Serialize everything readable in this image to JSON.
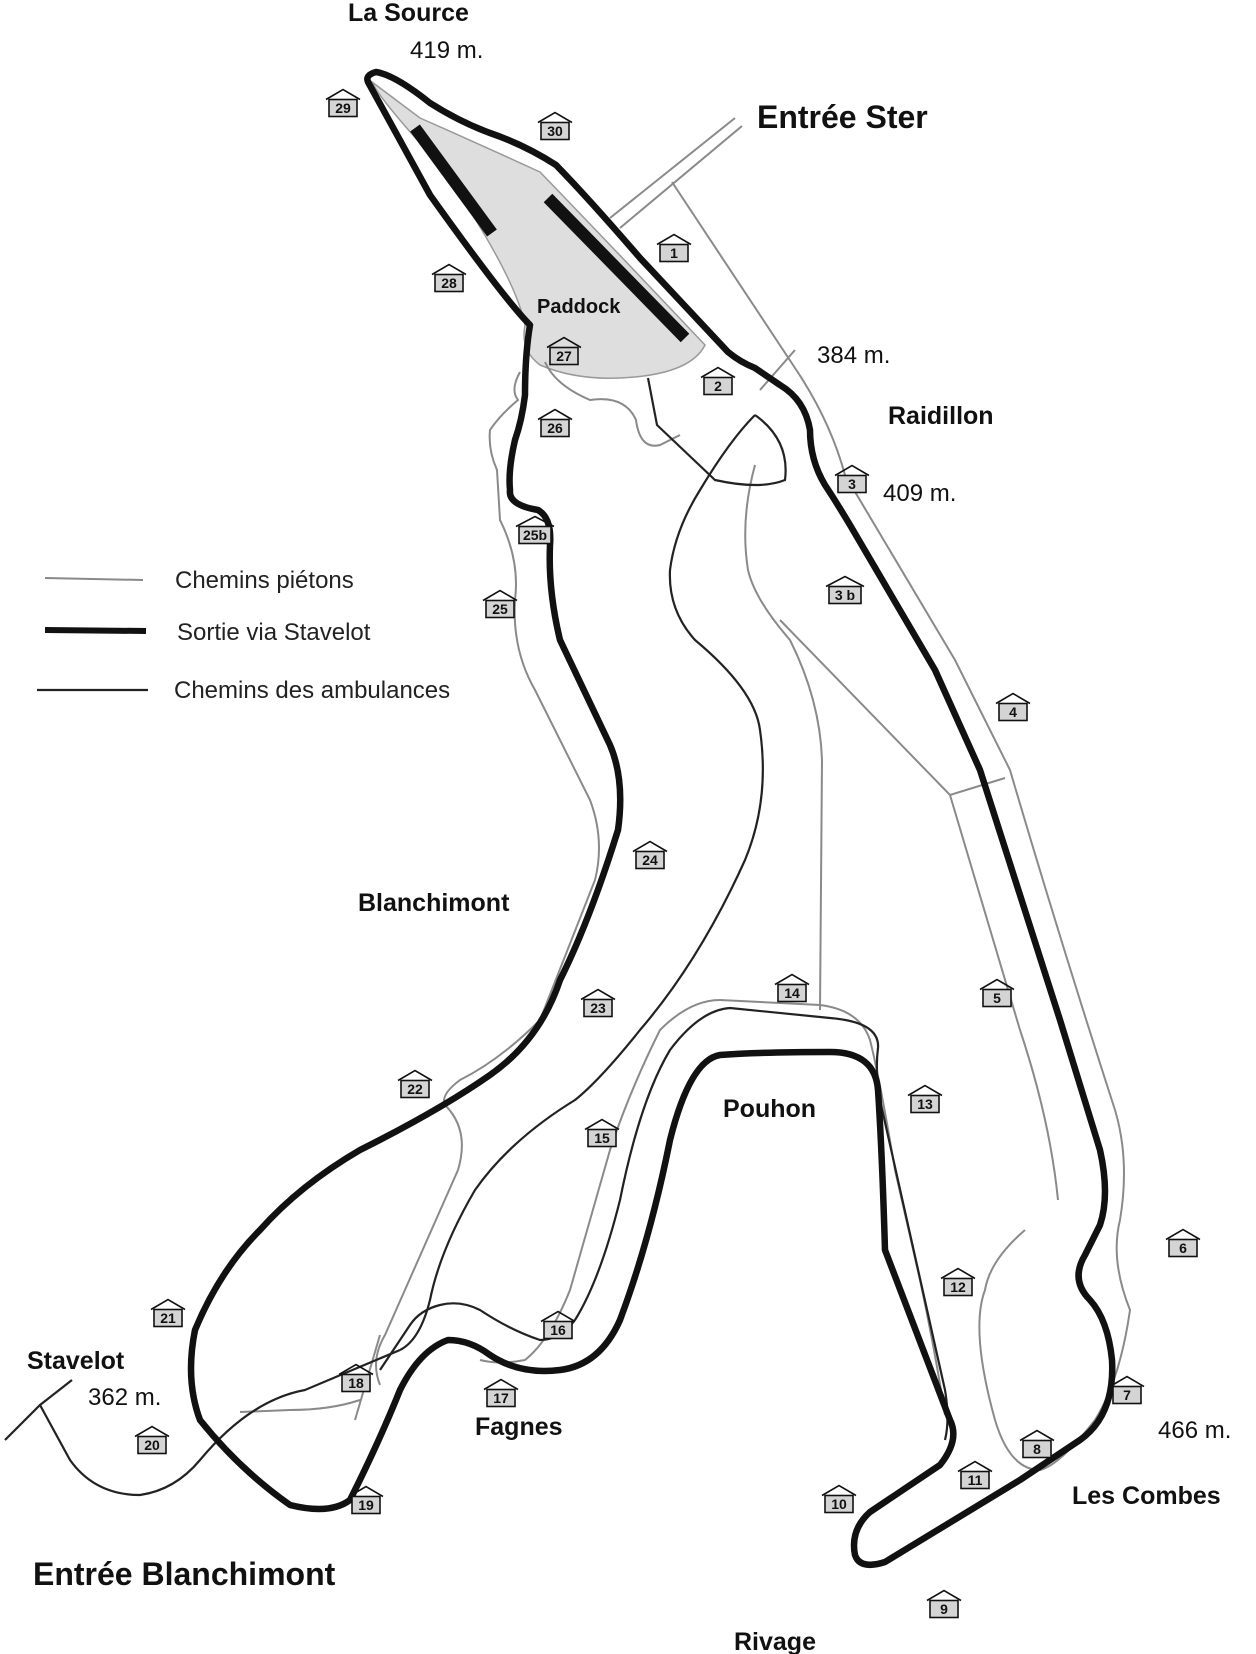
{
  "colors": {
    "track": "#111111",
    "pedestrian": "#8a8a8a",
    "ambulance": "#222222",
    "paddock_fill": "#dedede",
    "post_fill": "#d4d4d4"
  },
  "legend": {
    "pedestrian_label": "Chemins piétons",
    "exit_label": "Sortie via Stavelot",
    "ambulance_label": "Chemins des ambulances"
  },
  "labels": {
    "la_source": "La Source",
    "la_source_distance": "419 m.",
    "entree_ster": "Entrée Ster",
    "paddock": "Paddock",
    "raidillon_distance_1": "384 m.",
    "raidillon": "Raidillon",
    "raidillon_distance_2": "409 m.",
    "blanchimont": "Blanchimont",
    "pouhon": "Pouhon",
    "fagnes": "Fagnes",
    "stavelot": "Stavelot",
    "stavelot_distance": "362 m.",
    "les_combes_distance": "466 m.",
    "les_combes": "Les Combes",
    "rivage": "Rivage",
    "entree_blanchimont": "Entrée Blanchimont"
  },
  "posts": [
    "1",
    "2",
    "3",
    "3 b",
    "4",
    "5",
    "6",
    "7",
    "8",
    "9",
    "10",
    "11",
    "12",
    "13",
    "14",
    "15",
    "16",
    "17",
    "18",
    "19",
    "20",
    "21",
    "22",
    "23",
    "24",
    "25",
    "25b",
    "26",
    "27",
    "28",
    "29",
    "30"
  ]
}
